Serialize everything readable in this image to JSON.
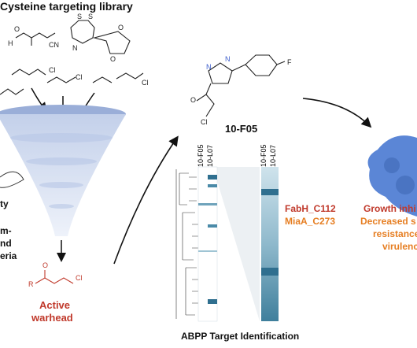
{
  "figure": {
    "title": "Cysteine targeting library",
    "compound_name": "10-F05",
    "left_labels": [
      "ty",
      "m-",
      "nd",
      "eria"
    ],
    "active_warhead": [
      "Active",
      "warhead"
    ],
    "heatmap_col_labels_left": [
      "10-F05",
      "10-L07"
    ],
    "heatmap_col_labels_right": [
      "10-F05",
      "10-L07"
    ],
    "targets": [
      "FabH_C112",
      "MiaA_C273"
    ],
    "abpp_label": "ABPP Target Identification",
    "outcomes": [
      "Growth inhi",
      "Decreased s",
      "resistance",
      "virulenc"
    ],
    "atom_labels": {
      "O": "O",
      "N": "N",
      "H": "H",
      "R": "R",
      "S": "S",
      "Cl": "Cl",
      "CN": "CN",
      "F": "F"
    }
  },
  "colors": {
    "funnel_dark": "#7f97c9",
    "funnel_light": "#e2e9f6",
    "heatmap_dark": "#2f6f8f",
    "red_label": "#c0392b",
    "orange_label": "#e67e22",
    "cell_blue": "#5b86d6"
  }
}
